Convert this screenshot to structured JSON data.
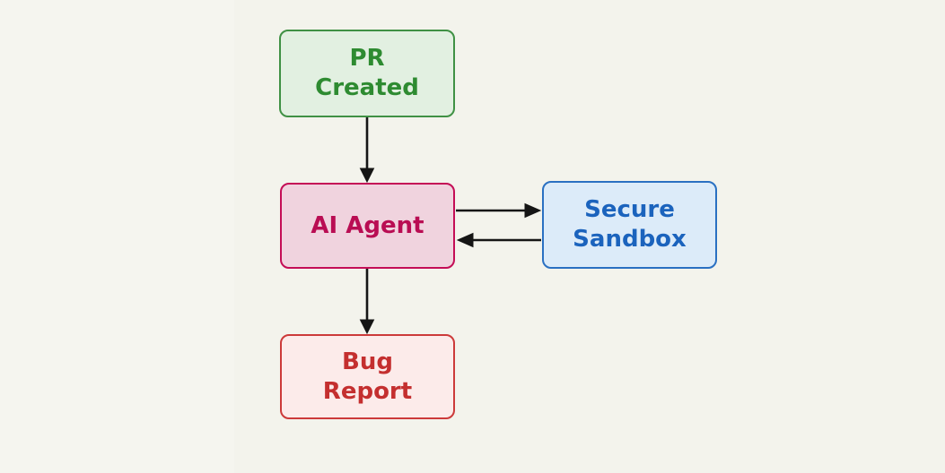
{
  "background": {
    "left_margin_color": "#f5f5ef",
    "canvas_color": "#f3f3ec"
  },
  "diagram": {
    "type": "flowchart",
    "direction": "top-down",
    "arrow_color": "#151515",
    "nodes": [
      {
        "id": "pr_created",
        "label": "PR Created",
        "fill": "#e2f0e1",
        "stroke": "#3f9144",
        "text_color": "#2e8b31"
      },
      {
        "id": "ai_agent",
        "label": "AI Agent",
        "fill": "#f0d3de",
        "stroke": "#c40d56",
        "text_color": "#b90d53"
      },
      {
        "id": "secure_sandbox",
        "label": "Secure Sandbox",
        "fill": "#dcebf9",
        "stroke": "#2a70c2",
        "text_color": "#1b63bd"
      },
      {
        "id": "bug_report",
        "label": "Bug Report",
        "fill": "#fcebea",
        "stroke": "#cc3a3a",
        "text_color": "#c42f2f"
      }
    ],
    "edges": [
      {
        "from": "pr_created",
        "to": "ai_agent",
        "direction": "down"
      },
      {
        "from": "ai_agent",
        "to": "secure_sandbox",
        "direction": "right"
      },
      {
        "from": "secure_sandbox",
        "to": "ai_agent",
        "direction": "left"
      },
      {
        "from": "ai_agent",
        "to": "bug_report",
        "direction": "down"
      }
    ]
  }
}
